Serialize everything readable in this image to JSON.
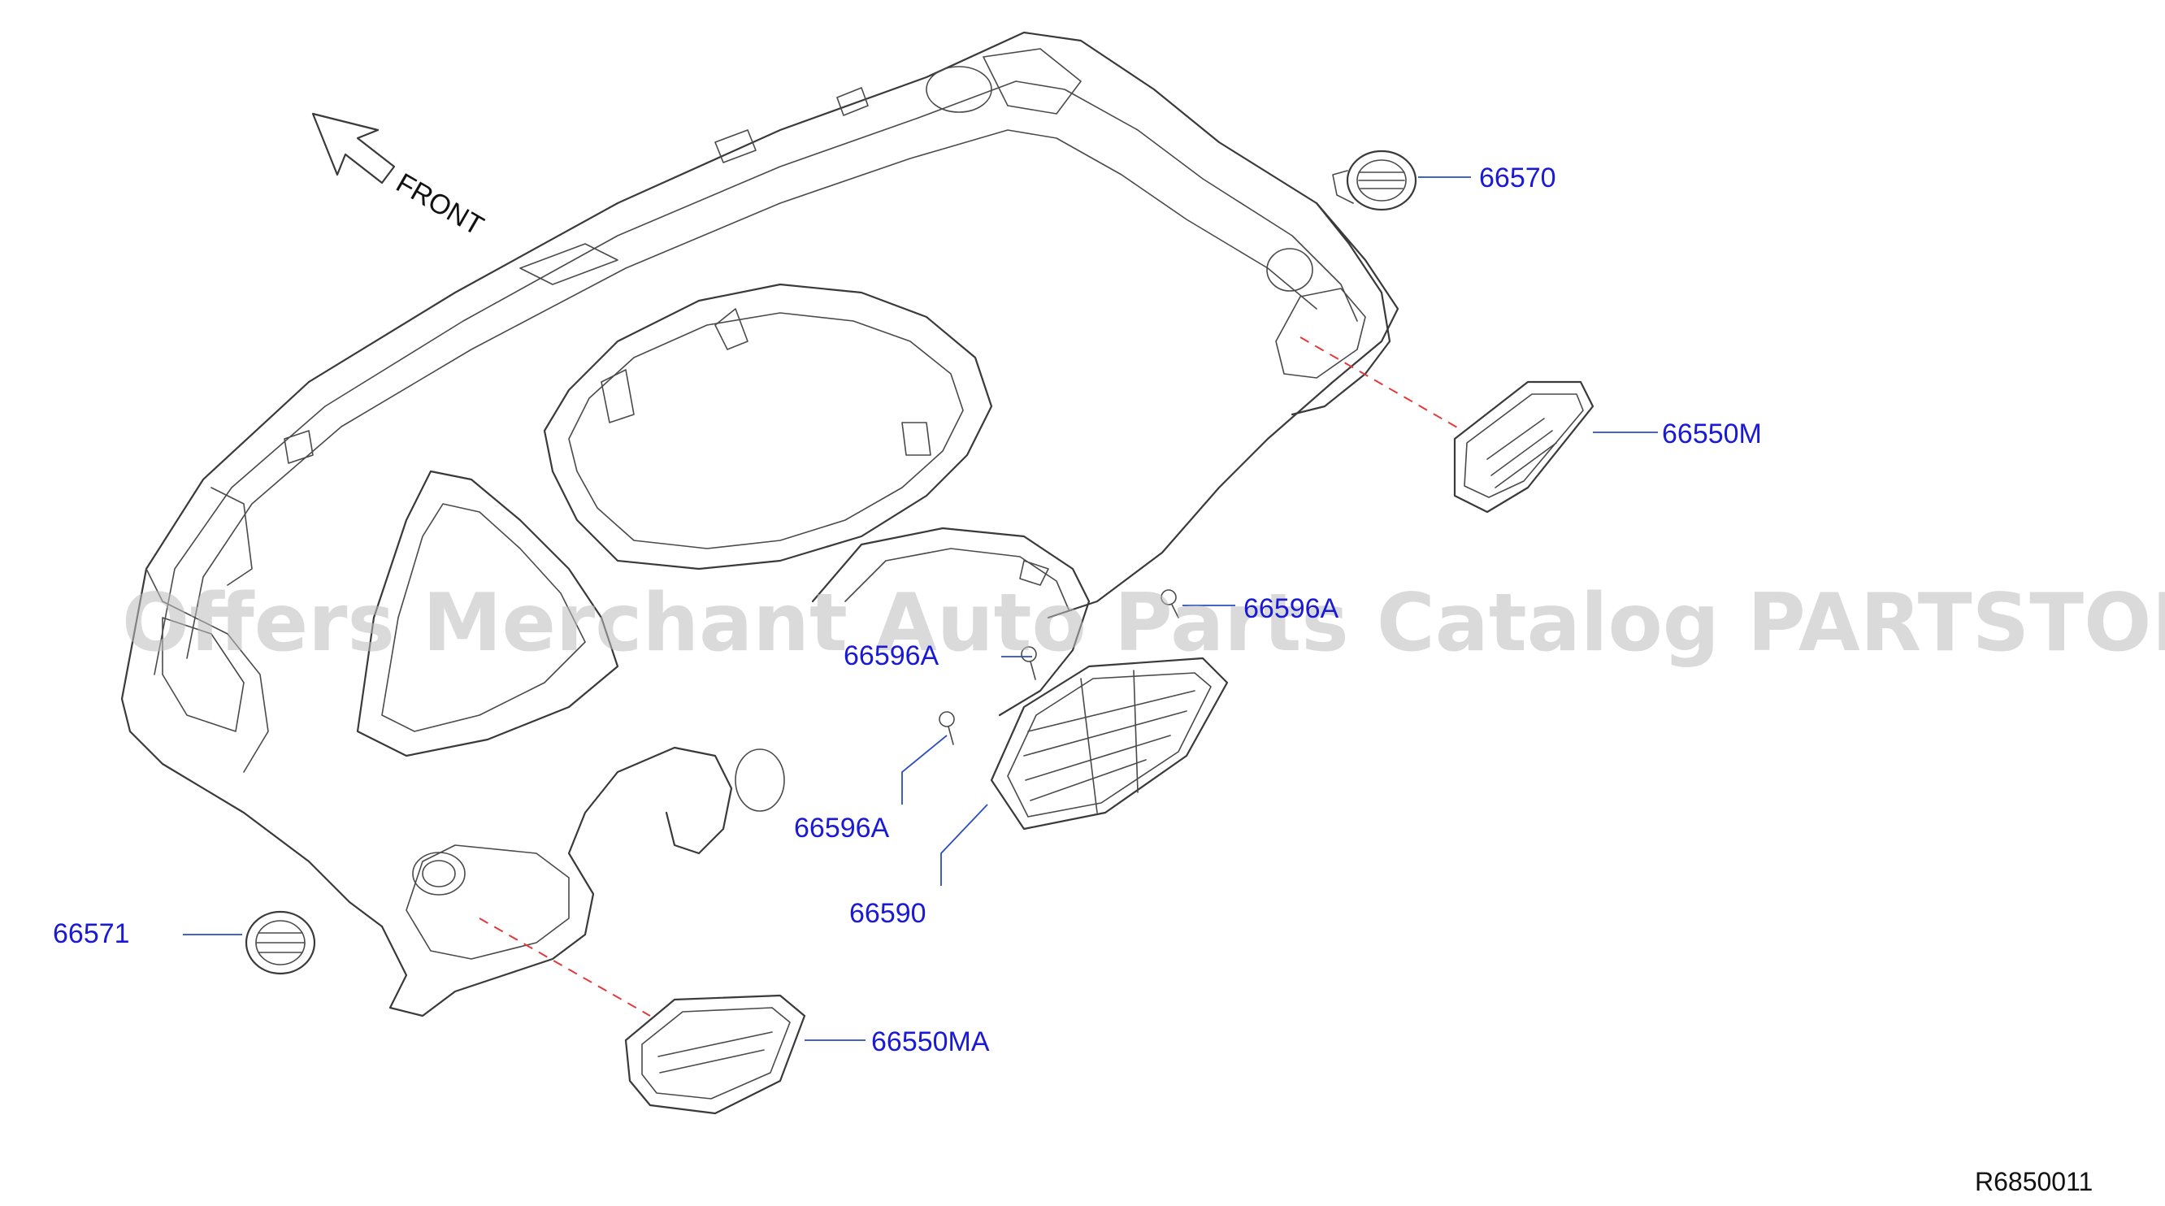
{
  "callouts": {
    "p66570": "66570",
    "p66550M": "66550M",
    "p66596A_right": "66596A",
    "p66596A_mid": "66596A",
    "p66596A_left": "66596A",
    "p66590": "66590",
    "p66571": "66571",
    "p66550MA": "66550MA"
  },
  "front_label": "FRONT",
  "reference_code": "R6850011",
  "watermark": "Offers Merchant Auto Parts Catalog PARTSTORE.SA",
  "colors": {
    "callout_text": "#1a1ad6",
    "leader_line": "#2a4dbf",
    "alignment_dash": "#e23a3a",
    "outline": "#3a3a3a"
  },
  "icons": {
    "front_arrow": "arrow-up-left-icon"
  }
}
